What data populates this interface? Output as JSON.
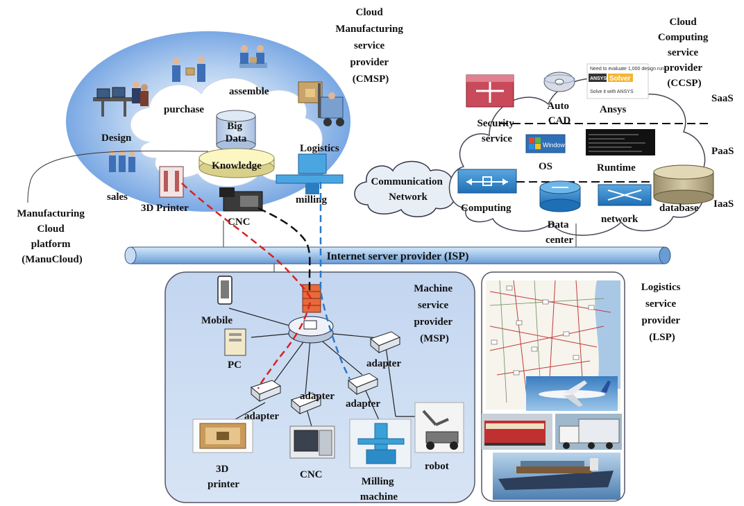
{
  "colors": {
    "cloud_blue": "#8ab4e6",
    "cloud_white": "#ffffff",
    "msp_panel": "#c9daf2",
    "isp_bar": "#9fc3e9",
    "red_dash": "#d92020",
    "black_dash": "#111111",
    "blue_dash": "#2a78c8"
  },
  "cmsp": {
    "title_lines": [
      "Cloud",
      "Manufacturing",
      "service",
      "provider",
      "(CMSP)"
    ],
    "items": {
      "design": "Design",
      "purchase": "purchase",
      "assemble": "assemble",
      "sales": "sales",
      "printer": "3D Printer",
      "cnc": "CNC",
      "milling": "milling",
      "logistics": "Logistics"
    },
    "big_data_lines": [
      "Big",
      "Data"
    ],
    "knowledge": "Knowledge"
  },
  "manucloud": {
    "lines": [
      "Manufacturing",
      "Cloud",
      "platform",
      "(ManuCloud)"
    ]
  },
  "network": {
    "lines": [
      "Communication",
      "Network"
    ]
  },
  "ccsp": {
    "title_lines": [
      "Cloud",
      "Computing",
      "service",
      "provider",
      "(CCSP)"
    ],
    "layers": {
      "saas": "SaaS",
      "paas": "PaaS",
      "iaas": "IaaS"
    },
    "items": {
      "security_lines": [
        "Security",
        "service"
      ],
      "autocad_lines": [
        "Auto",
        "CAD"
      ],
      "ansys": "Ansys",
      "os": "OS",
      "runtime": "Runtime",
      "computing": "Computing",
      "datacenter_lines": [
        "Data",
        "center"
      ],
      "network": "network",
      "database": "database"
    },
    "screenshot_texts": {
      "ansys_header": "Need to evaluate 1,000 design runs",
      "ansys_logo": "ANSYS",
      "solver": "Solver",
      "ansys_footer": "Solve it with ANSYS",
      "windows": "Windows"
    }
  },
  "isp": {
    "label": "Internet server provider (ISP)"
  },
  "msp": {
    "title_lines": [
      "Machine",
      "service",
      "provider",
      "(MSP)"
    ],
    "items": {
      "mobile": "Mobile",
      "pc": "PC",
      "adapter": "adapter",
      "printer_lines": [
        "3D",
        "printer"
      ],
      "cnc": "CNC",
      "milling_lines": [
        "Milling",
        "machine"
      ],
      "robot": "robot"
    }
  },
  "lsp": {
    "title_lines": [
      "Logistics",
      "service",
      "provider",
      "(LSP)"
    ]
  }
}
